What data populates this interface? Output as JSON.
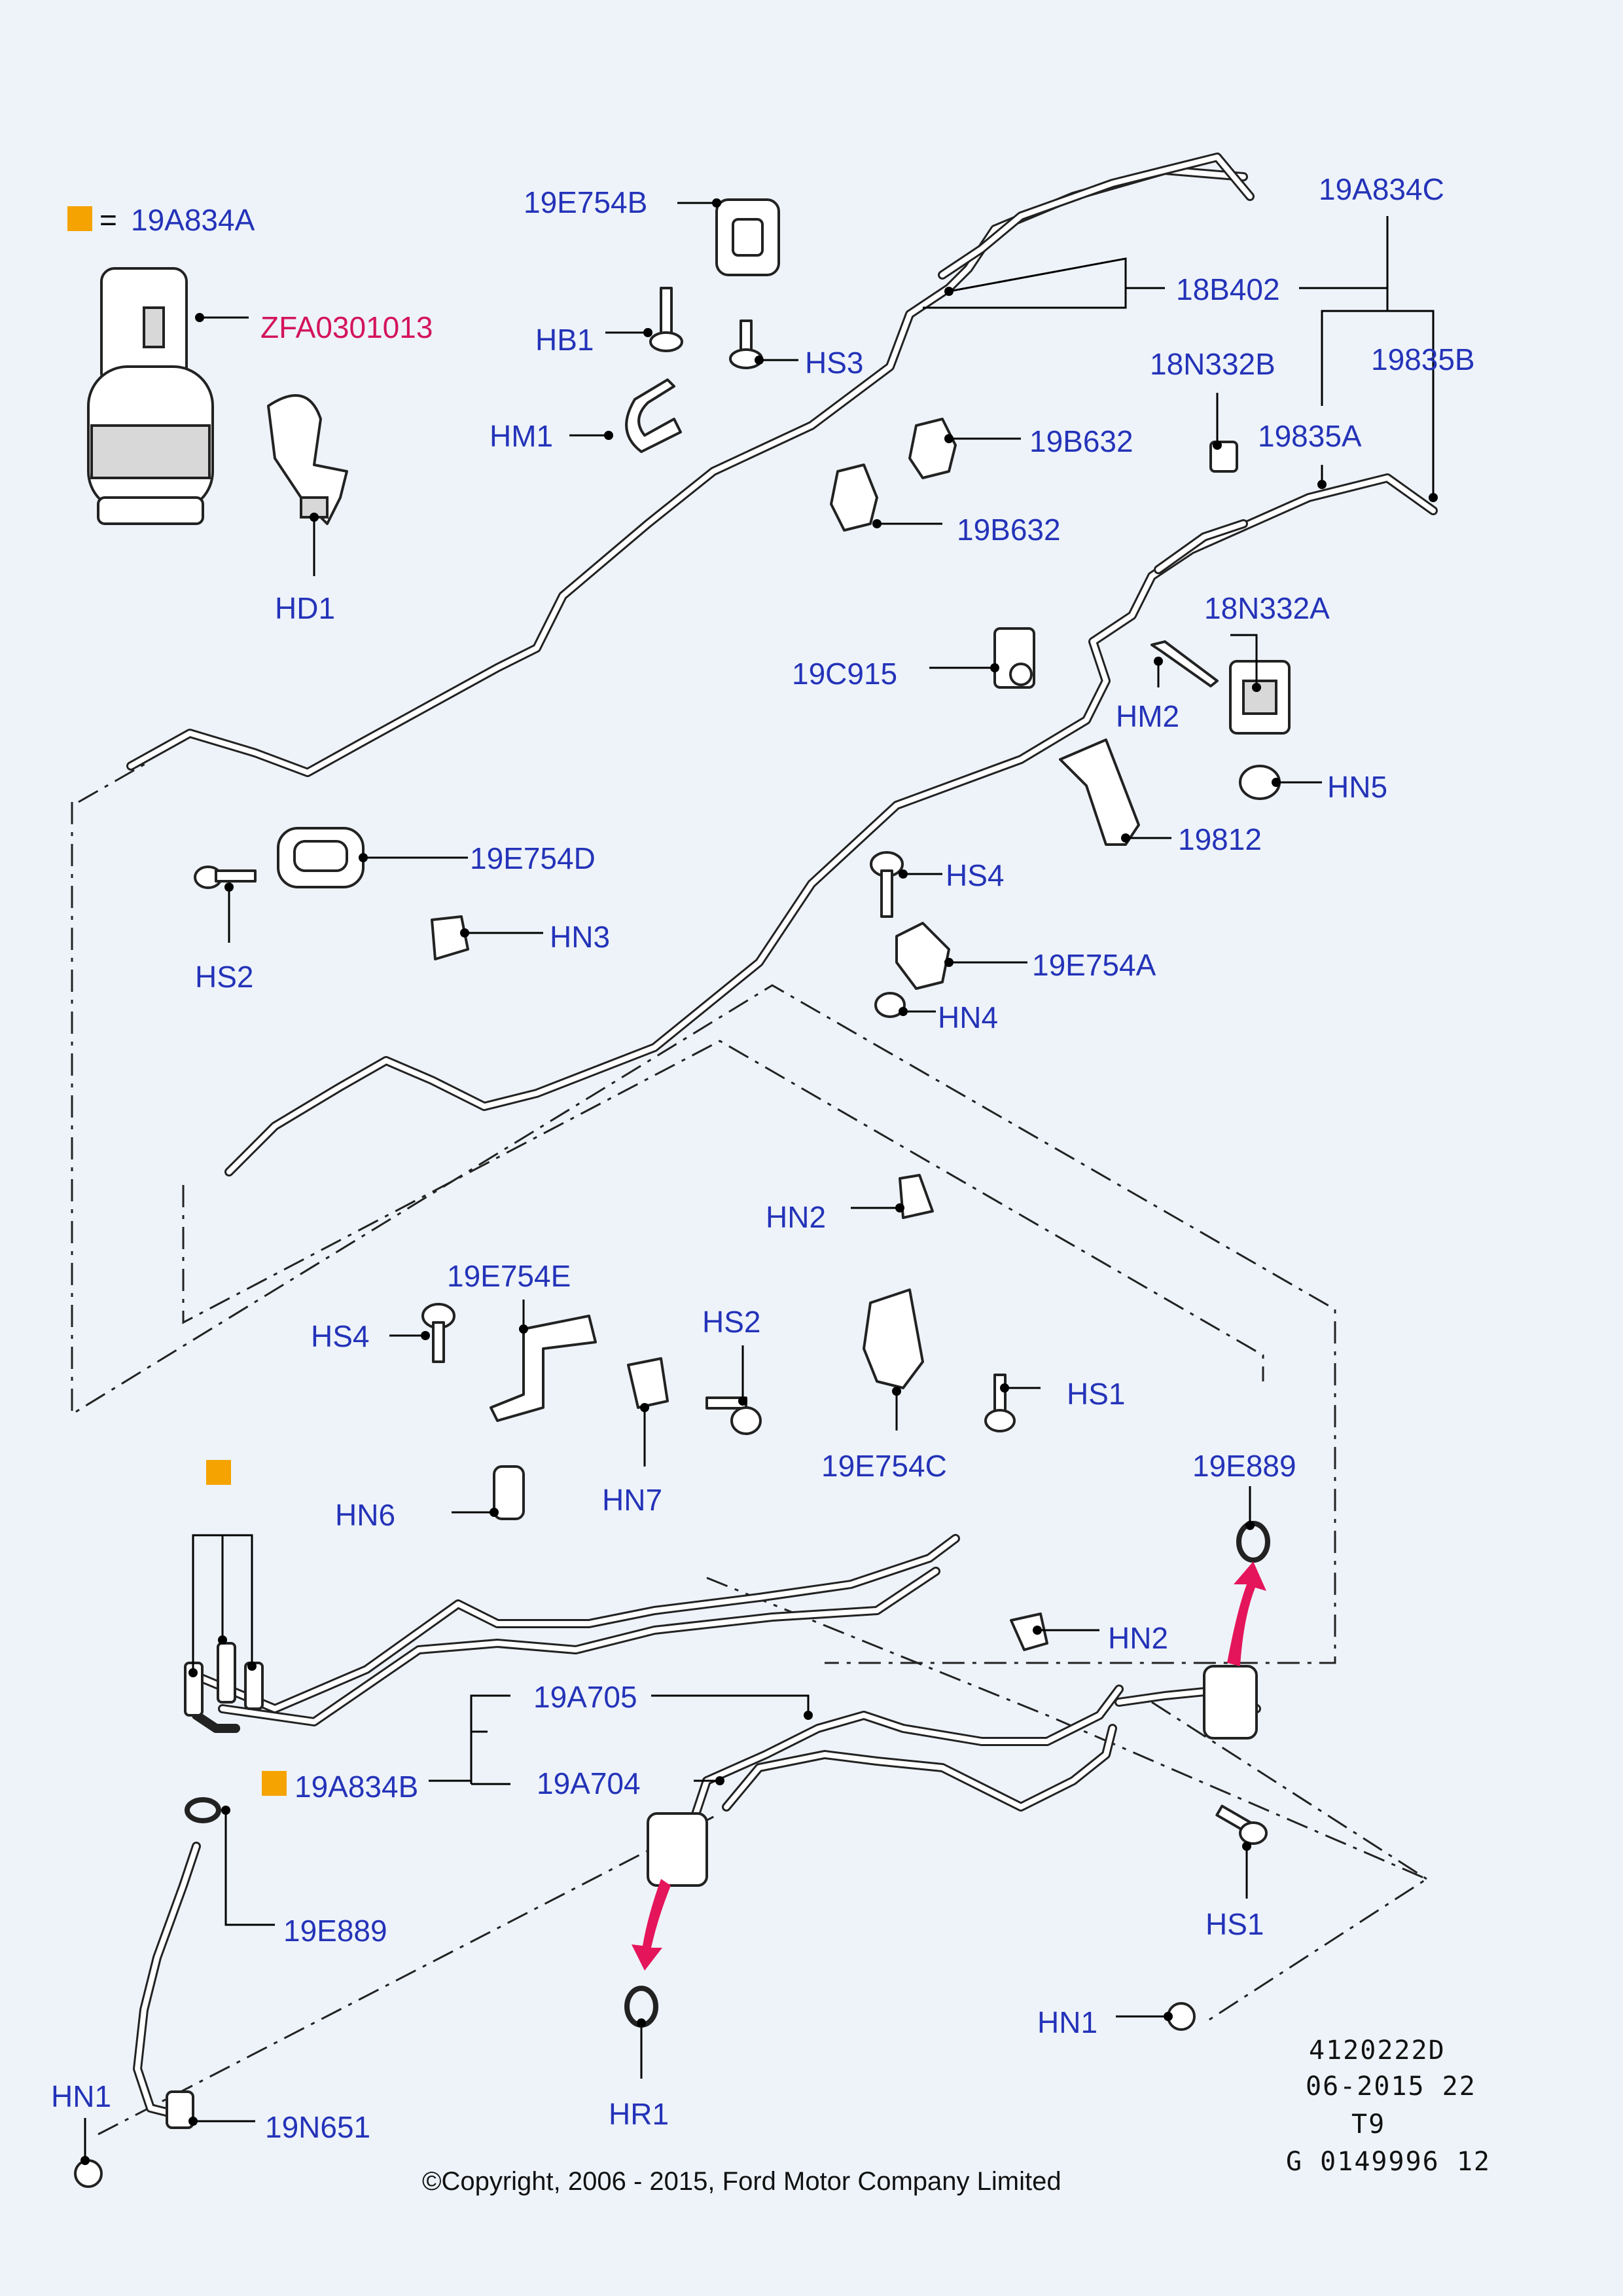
{
  "legend": {
    "equals_sign": "=",
    "marker_color": "#f5a300",
    "part_number": "19A834A"
  },
  "labels": [
    {
      "id": "19E754B_top",
      "text": "19E754B"
    },
    {
      "id": "19A834C",
      "text": "19A834C"
    },
    {
      "id": "ZFA0301013",
      "text": "ZFA0301013",
      "color": "#d4145a"
    },
    {
      "id": "HB1",
      "text": "HB1"
    },
    {
      "id": "HS3",
      "text": "HS3"
    },
    {
      "id": "18B402",
      "text": "18B402"
    },
    {
      "id": "18N332B",
      "text": "18N332B"
    },
    {
      "id": "19835B",
      "text": "19835B"
    },
    {
      "id": "HM1",
      "text": "HM1"
    },
    {
      "id": "19B632_a",
      "text": "19B632"
    },
    {
      "id": "19835A",
      "text": "19835A"
    },
    {
      "id": "19B632_b",
      "text": "19B632"
    },
    {
      "id": "HD1",
      "text": "HD1"
    },
    {
      "id": "18N332A",
      "text": "18N332A"
    },
    {
      "id": "19C915",
      "text": "19C915"
    },
    {
      "id": "HM2",
      "text": "HM2"
    },
    {
      "id": "HN5",
      "text": "HN5"
    },
    {
      "id": "19812",
      "text": "19812"
    },
    {
      "id": "19E754D",
      "text": "19E754D"
    },
    {
      "id": "HS4_top",
      "text": "HS4"
    },
    {
      "id": "HN3",
      "text": "HN3"
    },
    {
      "id": "19E754A",
      "text": "19E754A"
    },
    {
      "id": "HS2_top",
      "text": "HS2"
    },
    {
      "id": "HN4",
      "text": "HN4"
    },
    {
      "id": "HN2_top",
      "text": "HN2"
    },
    {
      "id": "19E754E",
      "text": "19E754E"
    },
    {
      "id": "HS4_mid",
      "text": "HS4"
    },
    {
      "id": "HS2_mid",
      "text": "HS2"
    },
    {
      "id": "HS1_mid",
      "text": "HS1"
    },
    {
      "id": "19E754C",
      "text": "19E754C"
    },
    {
      "id": "19E889_right",
      "text": "19E889"
    },
    {
      "id": "HN6",
      "text": "HN6"
    },
    {
      "id": "HN7",
      "text": "HN7"
    },
    {
      "id": "HN2_bot",
      "text": "HN2"
    },
    {
      "id": "19A705",
      "text": "19A705"
    },
    {
      "id": "19A834B",
      "text": "19A834B"
    },
    {
      "id": "19A704",
      "text": "19A704"
    },
    {
      "id": "19E889_left",
      "text": "19E889"
    },
    {
      "id": "HS1_bot",
      "text": "HS1"
    },
    {
      "id": "HN1_right",
      "text": "HN1"
    },
    {
      "id": "HN1_left",
      "text": "HN1"
    },
    {
      "id": "19N651",
      "text": "19N651"
    },
    {
      "id": "HR1",
      "text": "HR1"
    }
  ],
  "reference_block": {
    "line1": "4120222D",
    "line2": "06-2015 22",
    "line3": "T9",
    "line4": "G 0149996 12"
  },
  "copyright": "©Copyright, 2006 - 2015, Ford Motor Company Limited",
  "colors": {
    "label_blue": "#2433b8",
    "label_red": "#d4145a",
    "arrow_pink": "#e5155b",
    "marker_orange": "#f5a300",
    "background": "#edf3f9"
  }
}
